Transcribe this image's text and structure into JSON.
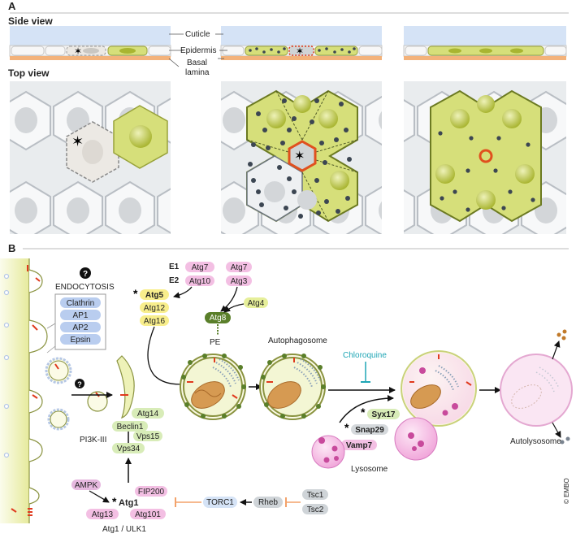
{
  "panelA": {
    "letter": "A",
    "side_view": "Side view",
    "top_view": "Top view",
    "cuticle": "Cuticle",
    "epidermis": "Epidermis",
    "basal": "Basal",
    "lamina": "lamina"
  },
  "panelB": {
    "letter": "B",
    "question": "?",
    "endocytosis": "ENDOCYTOSIS",
    "endo_proteins": [
      "Clathrin",
      "AP1",
      "AP2",
      "Epsin"
    ],
    "e1": "E1",
    "e2": "E2",
    "atg7_e1": "Atg7",
    "atg10": "Atg10",
    "atg7": "Atg7",
    "atg3": "Atg3",
    "atg5": "Atg5",
    "atg12": "Atg12",
    "atg16": "Atg16",
    "atg8": "Atg8",
    "atg4": "Atg4",
    "pe": "PE",
    "autophagosome": "Autophagosome",
    "chloroquine": "Chloroquine",
    "syx17": "Syx17",
    "snap29": "Snap29",
    "vamp7": "Vamp7",
    "lysosome": "Lysosome",
    "autolysosome": "Autolysosome",
    "atg14": "Atg14",
    "beclin1": "Beclin1",
    "vps15": "Vps15",
    "vps34": "Vps34",
    "pi3k": "PI3K-III",
    "ampk": "AMPK",
    "fip200": "FIP200",
    "atg1": "Atg1",
    "atg13": "Atg13",
    "atg101": "Atg101",
    "ulk_label": "Atg1 / ULK1",
    "torc1": "TORC1",
    "rheb": "Rheb",
    "tsc1": "Tsc1",
    "tsc2": "Tsc2",
    "copyright": "© EMBO"
  },
  "colors": {
    "cell_green": "#d6df7a",
    "nucleus_green": "#b8c43c",
    "cuticle_blue": "#d5e3f6",
    "basal_orange": "#f3b27a",
    "pink_protein": "#f3bfe3",
    "yellow_protein": "#f8ee8c",
    "green_protein": "#d8ecb8",
    "blue_protein": "#b9cdef",
    "red_marker": "#e03a1e",
    "chloroquine_teal": "#1fa6b5"
  }
}
